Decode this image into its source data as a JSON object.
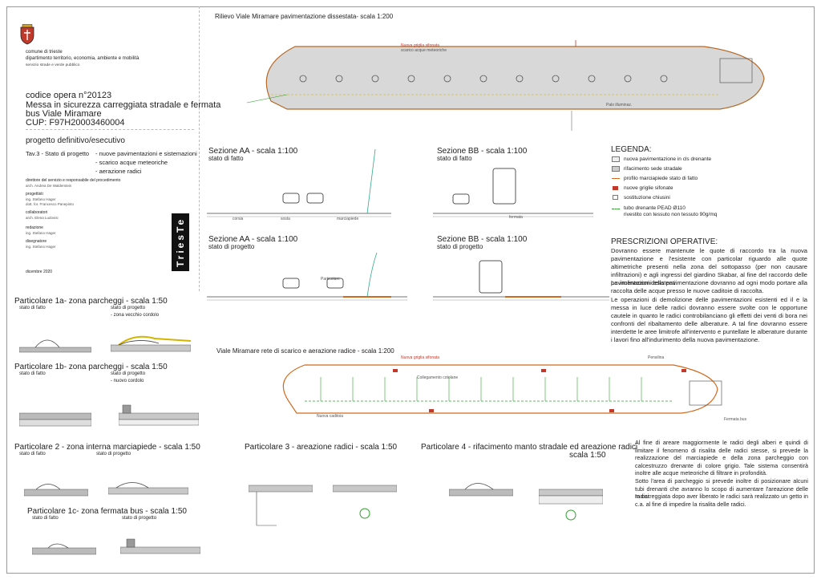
{
  "org": {
    "line1": "comune di trieste",
    "line2": "dipartimento territorio, economia, ambiente e mobilità",
    "line3": "servizio strade e verde pubblico"
  },
  "project": {
    "code": "codice opera n°20123",
    "title1": "Messa in sicurezza carreggiata stradale e fermata",
    "title2": "bus Viale Miramare",
    "cup": "CUP: F97H20003460004",
    "phase": "progetto definitivo/esecutivo"
  },
  "table": {
    "label": "Tav.3 - Stato di progetto",
    "items": [
      "- nuove pavimentazioni e sistemazioni",
      "- scarico acque meteoriche",
      "- aerazione radici"
    ]
  },
  "credits": {
    "director_role": "direttore del servizio e responsabile del procedimento",
    "director_name": "arch. Andrea De Walderstein",
    "designers_role": "progettisti",
    "designer1": "ing. Stefano Hager",
    "designer2": "dott. for. Francesco Panepinto",
    "collab_role": "collaboratori",
    "collab1": "arch. Elena Ludovisi",
    "redaction_role": "redazione",
    "redaction1": "ing. Stefano Hager",
    "drawer_role": "disegnatore",
    "drawer1": "ing. Stefano Hager",
    "date": "dicembre 2020",
    "logo_text": "TriesTe"
  },
  "titles": {
    "rilievo": "Rilievo Viale Miramare pavimentazione dissestata- scala 1:200",
    "sez_aa_fatto": "Sezione AA - scala 1:100",
    "sez_aa_fatto_sub": "stato di fatto",
    "sez_bb_fatto": "Sezione BB - scala 1:100",
    "sez_bb_fatto_sub": "stato di fatto",
    "sez_aa_prog": "Sezione AA - scala 1:100",
    "sez_aa_prog_sub": "stato di progetto",
    "sez_bb_prog": "Sezione BB - scala 1:100",
    "sez_bb_prog_sub": "stato di progetto",
    "rete": "Viale Miramare rete di scarico e aerazione radice - scala 1:200",
    "p1a": "Particolare 1a- zona parcheggi - scala 1:50",
    "p1b": "Particolare 1b- zona parcheggi - scala 1:50",
    "p2": "Particolare 2 - zona interna marciapiede -  scala 1:50",
    "p3": "Particolare 3 - areazione radici - scala 1:50",
    "p4": "Particolare 4 - rifacimento manto stradale ed areazione radici",
    "p4_scale": "scala 1:50",
    "p1c": "Particolare 1c- zona fermata bus -  scala 1:50",
    "stato_fatto": "stato di fatto",
    "stato_progetto": "stato di progetto",
    "zona_vecchio": "- zona vecchio cordolo",
    "nuovo_cordolo": "- nuovo cordolo"
  },
  "legend": {
    "title": "LEGENDA:",
    "items": [
      "nuova pavimentazione in cls drenante",
      "rifacimento sede stradale",
      "profilo marciapiede stato di fatto",
      "nuove griglie sifonate",
      "sostituzione chiusini",
      "tubo drenante PEAD Ø110",
      "rivestito con tessuto non tessuto 90g/mq"
    ]
  },
  "prescrizioni": {
    "title": "PRESCRIZIONI OPERATIVE:",
    "p1": "Dovranno essere mantenute le quote di raccordo tra la nuova pavimentazione e l'esistente con particolar riguardo alle quote altimetriche presenti nella zona del sottopasso (per non causare infiltrazioni) e agli ingressi del giardino Skabar, al fine del raccordo delle pavimentazioni esistenti.",
    "p2": "Le inclinazioni della pavimentazione dovranno ad ogni modo portare alla raccolta delle acque presso le nuove caditoie di raccolta.",
    "p3": "Le operazioni di demolizione delle pavimentazioni esistenti ed il e la messa in luce delle radici dovranno essere svolte con le opportune cautele in quanto le radici controbilanciano gli effetti dei venti di bora nei confronti del ribaltamento delle alberature. A tal fine dovranno essere interdette le aree limitrofe all'intervento e puntellate le alberature durante i lavori fino all'indurimento della nuova pavimentazione.",
    "p4": "Al fine di areare maggiormente le radici degli alberi e quindi di limitare il fenomeno di risalita delle radici stesse, si prevede la realizzazione del marciapiede e della zona parcheggio con calcestruzzo drenante di colore grigio. Tale sistema consentirà inoltre alle acque meteoriche di filtrare in profondità.",
    "p5": "Sotto l'area di parcheggio si prevede inoltre di posizionare alcuni tubi drenanti che avranno lo scopo di aumentare l'areazione delle radici.",
    "p6": "In carreggiata dopo aver liberato le radici sarà realizzato un getto in c.a. al fine di impedire la risalita delle radici."
  },
  "plan_labels": {
    "nuova_griglia": "Nuova griglia sifonata",
    "scarico_acque": "scarico acque meteoriche",
    "collegamento": "Collegamento cotolane",
    "nuova_caditoia": "Nuova caditoia",
    "particolare": "Particolare",
    "palo_illuminazione": "Palo illuminaz.",
    "pensilina": "Pensilina",
    "fermata_bus": "Fermata bus"
  },
  "section_labels": {
    "corsia": "corsia",
    "sosta": "sosta",
    "marciapiede": "marciapiede",
    "fermata": "fermata"
  },
  "colors": {
    "accent_red": "#c0392b",
    "green_pipe": "#2e9e2e",
    "orange_curb": "#d2691e",
    "gray_fill": "#c8c8c8"
  }
}
